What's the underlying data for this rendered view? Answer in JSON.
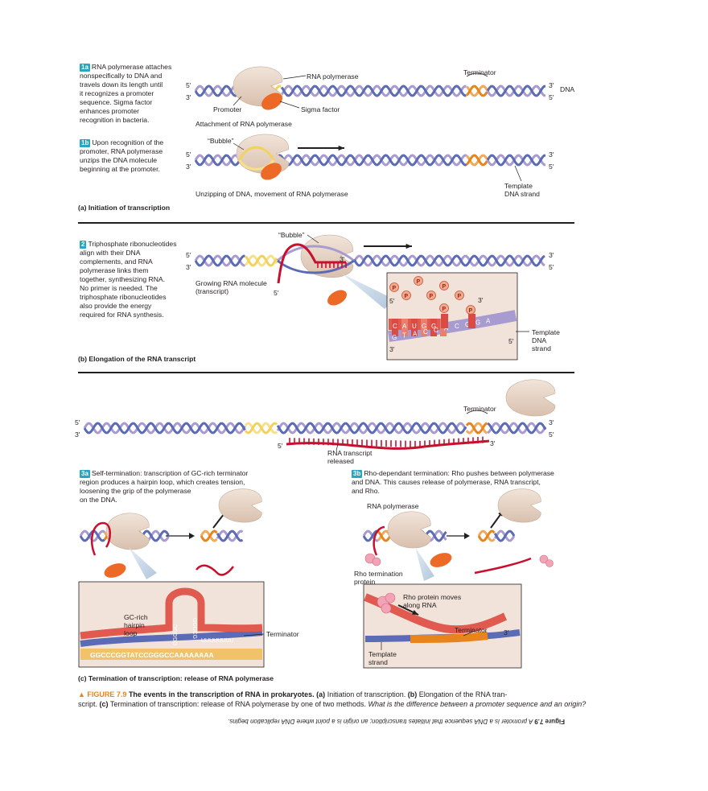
{
  "step_1a": {
    "badge": "1a",
    "text": [
      "RNA polymerase attaches",
      "nonspecifically to DNA and",
      "travels down its length until",
      "it recognizes a promoter",
      "sequence. Sigma factor",
      "enhances promoter",
      "recognition in bacteria."
    ]
  },
  "step_1b": {
    "badge": "1b",
    "text": [
      "Upon recognition of the",
      "promoter, RNA polymerase",
      "unzips the DNA molecule",
      "beginning at the promoter."
    ]
  },
  "step_2": {
    "badge": "2",
    "text": [
      "Triphosphate ribonucleotides",
      "align with their DNA",
      "complements, and RNA",
      "polymerase links them",
      "together, synthesizing RNA.",
      "No primer is needed. The",
      "triphosphate ribonucleotides",
      "also provide the energy",
      "required for RNA synthesis."
    ]
  },
  "step_3a": {
    "badge": "3a",
    "text": [
      "Self-termination: transcription of GC-rich terminator",
      "region produces a hairpin loop, which creates tension,",
      "loosening the grip of the polymerase",
      "on the DNA."
    ]
  },
  "step_3b": {
    "badge": "3b",
    "text": [
      "Rho-dependant termination: Rho pushes between polymerase",
      "and DNA. This causes release of polymerase, RNA transcript,",
      "and Rho."
    ]
  },
  "labels": {
    "rna_polymerase": "RNA polymerase",
    "terminator": "Terminator",
    "dna": "DNA",
    "promoter": "Promoter",
    "sigma_factor": "Sigma factor",
    "attachment": "Attachment of RNA polymerase",
    "bubble": "“Bubble”",
    "template_dna_strand_1": "Template",
    "template_dna_strand_2": "DNA strand",
    "unzipping": "Unzipping of DNA, movement of RNA polymerase",
    "growing_rna_1": "Growing RNA molecule",
    "growing_rna_2": "(transcript)",
    "template_3lines": [
      "Template",
      "DNA",
      "strand"
    ],
    "rna_transcript_released_1": "RNA transcript",
    "rna_transcript_released_2": "released",
    "rna_polymerase_3b": "RNA polymerase",
    "gc_rich_hairpin": [
      "GC-rich",
      "hairpin",
      "loop"
    ],
    "rho_termination_protein_1": "Rho termination",
    "rho_termination_protein_2": "protein",
    "rho_moves_1": "Rho protein moves",
    "rho_moves_2": "along RNA",
    "template_strand_1": "Template",
    "template_strand_2": "strand",
    "five_prime": "5′",
    "three_prime": "3′",
    "phosphate": "P",
    "hairpin_sequence": "GGCCCGGTATCCGGGCCAAAAAAAA",
    "rna_tail": "UUUUUUUU",
    "stem_left": "CGGGC",
    "stem_right": "GCCCG",
    "bases_rna": [
      "C",
      "A",
      "U",
      "G",
      "G",
      "U"
    ],
    "bases_dna": [
      "G",
      "T",
      "A",
      "C",
      "C",
      "A",
      "C",
      "C",
      "G",
      "A"
    ]
  },
  "captions": {
    "a": "(a) Initiation of transcription",
    "b": "(b) Elongation of the RNA transcript",
    "c": "(c) Termination of transcription: release of RNA polymerase"
  },
  "figure": {
    "marker": "▲ FIGURE 7.9",
    "title": "The events in the transcription of RNA in prokaryotes.",
    "a_label": "(a)",
    "a_text": "Initiation of transcription.",
    "b_label": "(b)",
    "b_text": "Elongation of the RNA tran-",
    "line2_start": "script.",
    "c_label": "(c)",
    "c_text": "Termination of transcription: release of RNA polymerase by one of two methods.",
    "question": "What is the difference between a promoter sequence and an origin?",
    "answer_label": "Figure 7.9",
    "answer_text": "A promoter is a DNA sequence that initiates transcription; an origin is a point where DNA replication begins."
  },
  "colors": {
    "strand_blue": "#5b6bb5",
    "strand_purple": "#a79bd0",
    "promoter_yellow": "#f2d25c",
    "terminator_orange": "#e8841e",
    "rna_red": "#c8102e",
    "polymerase": "#e8d6c8",
    "sigma": "#ec6a26",
    "badge": "#29a5c4",
    "inset_bg": "#f2e3da"
  }
}
